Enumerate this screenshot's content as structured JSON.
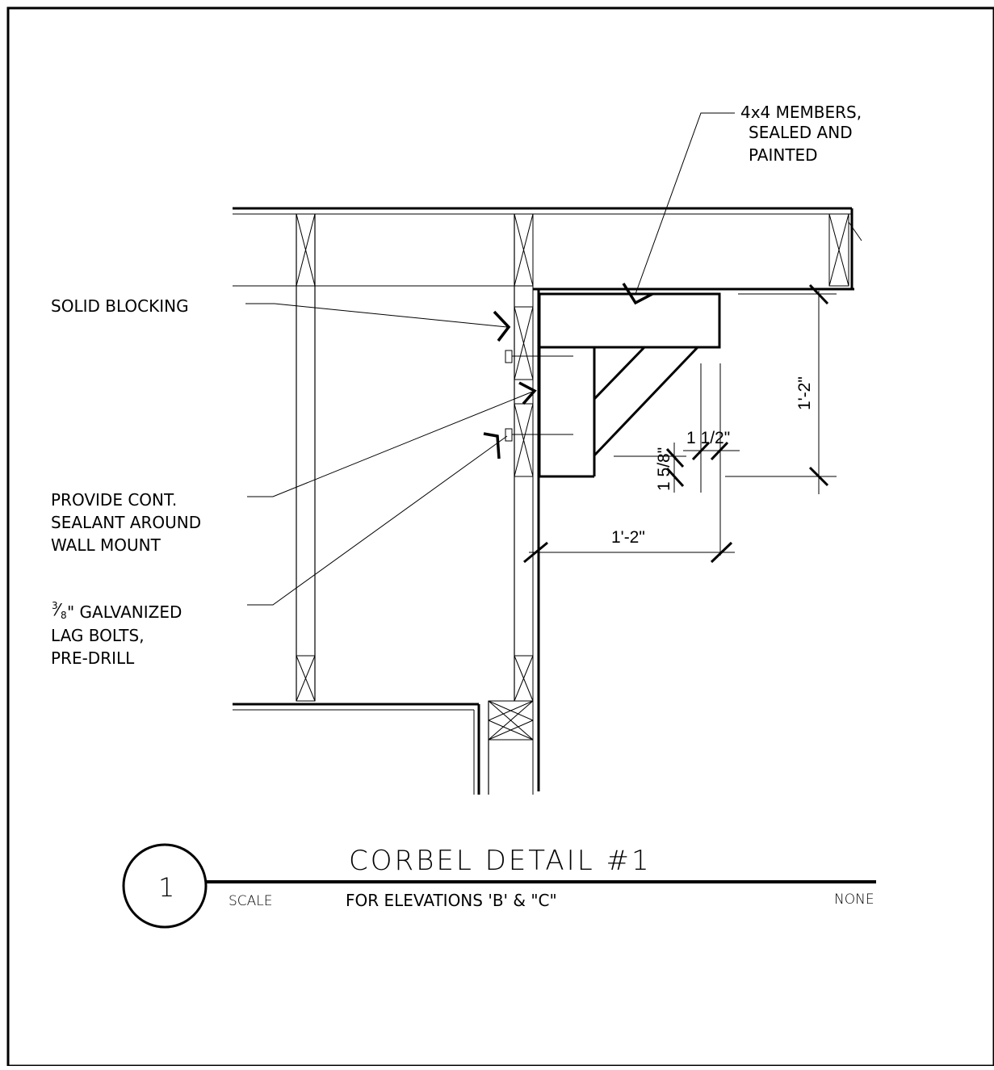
{
  "labels": {
    "members": [
      "4x4 MEMBERS,",
      "SEALED AND",
      "PAINTED"
    ],
    "blocking": "SOLID BLOCKING",
    "sealant": [
      "PROVIDE CONT.",
      "SEALANT AROUND",
      "WALL MOUNT"
    ],
    "bolts_fraction_num": "3",
    "bolts_fraction_den": "8",
    "bolts": [
      "\" GALVANIZED",
      "LAG BOLTS,",
      "PRE-DRILL"
    ]
  },
  "dimensions": {
    "vertical": "1'-2\"",
    "horizontal": "1'-2\"",
    "small_h": "1 1/2\"",
    "small_v": "1 5/8\""
  },
  "title_block": {
    "number": "1",
    "title": "CORBEL  DETAIL  #1",
    "scale_label": "SCALE",
    "subtitle": "FOR ELEVATIONS 'B' & \"C\"",
    "scale_value": "NONE"
  }
}
